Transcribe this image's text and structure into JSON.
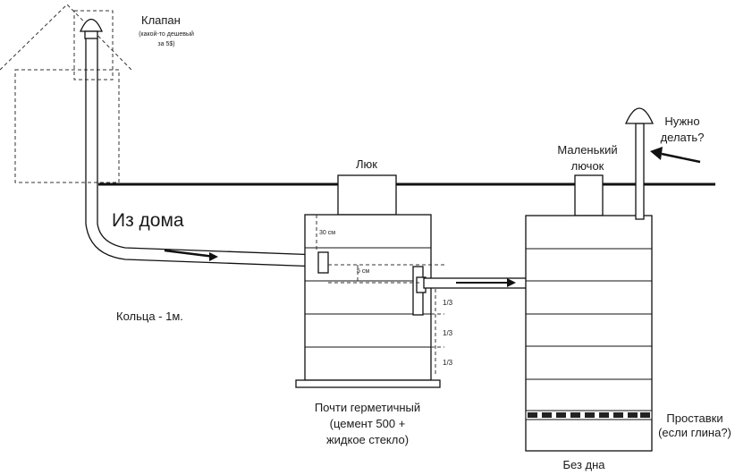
{
  "labels": {
    "valve_title": "Клапан",
    "valve_note_1": "(какой-то дешевый",
    "valve_note_2": "за 5$)",
    "from_house": "Из дома",
    "hatch": "Люк",
    "small_hatch_1": "Маленький",
    "small_hatch_2": "лючок",
    "need_q_1": "Нужно",
    "need_q_2": "делать?",
    "rings": "Кольца - 1м.",
    "dim_30": "30 см",
    "dim_5": "5 см",
    "third_1": "1/3",
    "third_2": "1/3",
    "third_3": "1/3",
    "tank1_caption_1": "Почти герметичный",
    "tank1_caption_2": "(цемент 500 +",
    "tank1_caption_3": "жидкое стекло)",
    "spacers_1": "Проставки",
    "spacers_2": "(если глина?)",
    "no_bottom": "Без дна"
  },
  "colors": {
    "line": "#111111",
    "background": "#ffffff",
    "spacer": "#222222"
  }
}
